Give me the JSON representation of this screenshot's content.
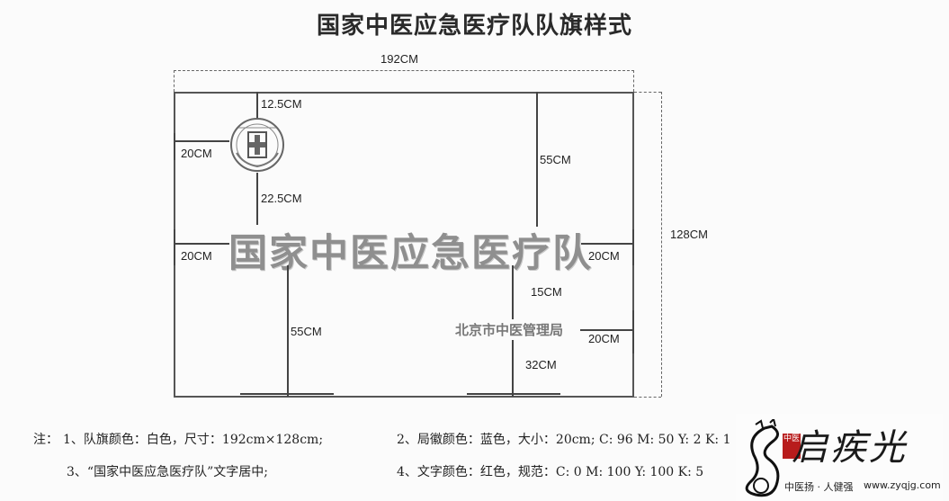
{
  "title": "国家中医应急医疗队队旗样式",
  "dimensions": {
    "width": "192CM",
    "height": "128CM",
    "emblem_top": "12.5CM",
    "emblem_left": "20CM",
    "emblem_below": "22.5CM",
    "upper_right": "55CM",
    "text_left": "20CM",
    "text_right": "20CM",
    "lower_left": "55CM",
    "org_above": "15CM",
    "org_right": "20CM",
    "org_below": "32CM"
  },
  "flag": {
    "main_text": "国家中医应急医疗队",
    "org_text": "北京市中医管理局"
  },
  "notes": {
    "label": "注：",
    "n1": "1、队旗颜色：白色，尺寸：192cm×128cm;",
    "n2": "2、局徽颜色：蓝色，大小：20cm; C: 96 M: 50 Y: 2 K: 1",
    "n3": "3、“国家中医应急医疗队”文字居中;",
    "n4": "4、文字颜色：红色，规范：C: 0 M: 100 Y: 100 K: 5"
  },
  "watermark": {
    "name": "启疾光",
    "seal": "中医",
    "slogan": "中医扬 · 人健强",
    "url": "www.zyqjg.com"
  }
}
